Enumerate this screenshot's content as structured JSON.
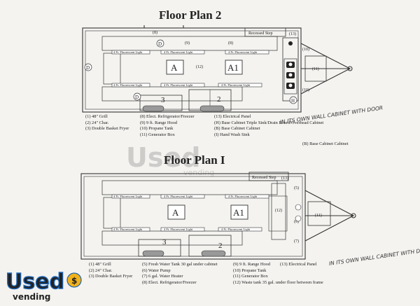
{
  "plan2": {
    "title": "Floor Plan 2",
    "recessed_step": "Recessed Step",
    "labels": {
      "A": "A",
      "A1": "A1",
      "n12": "(12)",
      "n13": "(13)",
      "n10a": "(10)",
      "n10b": "(10)",
      "n11": "(11)",
      "n9": "(9)",
      "n8a": "(8)",
      "n8b": "(8)",
      "n3": "3",
      "n2": "2",
      "sD": "D",
      "sD2": "D",
      "sD3": "D",
      "sH": "H"
    },
    "lights": {
      "top1": "4 Ft. Fluorescent Light",
      "top2": "4 Ft. Fluorescent Light",
      "top3": "4 Ft. Fluorescent Light",
      "bot1": "4 Ft. Fluorescent Light",
      "bot2": "4 Ft. Fluorescent Light",
      "bot3": "4 Ft. Fluorescent Light"
    },
    "legend": {
      "c1": [
        "(1) 48\" Grill",
        "(2) 24\" Char.",
        "",
        "(3) Double Basket Fryer"
      ],
      "c2": [
        "(8) Elect. Refrigerator/Freezer",
        "(9) 9 ft. Range Hood",
        "(10) Propane Tank",
        "(11) Generator Box"
      ],
      "c3": [
        "(13) Electrical Panel",
        "(H) Base Cabinet Triple Sink/Drain Board/Overhead Cabinet",
        "(B) Base Cabinet Cabinet",
        "(I) Hand Wash Sink"
      ],
      "c3b": "(B) Base Cabinet Cabinet"
    },
    "handwritten": "IN ITS OWN WALL CABINET WITH DOOR"
  },
  "plan1": {
    "title": "Floor Plan I",
    "recessed_step": "Recessed Step",
    "labels": {
      "A": "A",
      "A1": "A1",
      "n12": "(12)",
      "n13": "(13)",
      "n5": "(5)",
      "n6": "(6)",
      "n7": "(7)",
      "n11": "(11)",
      "n3": "3",
      "n2": "2"
    },
    "lights": {
      "top1": "4 Ft. Fluorescent Light",
      "top2": "4 Ft. Fluorescent Light",
      "top3": "4 Ft. Fluorescent Light",
      "bot1": "4 Ft. Fluorescent Light",
      "bot2": "4 Ft. Fluorescent Light",
      "bot3": "4 Ft. Fluorescent Light"
    },
    "legend": {
      "c1": [
        "(1) 48\" Grill",
        "(2) 24\" Char.",
        "",
        "(3) Double Basket Fryer"
      ],
      "c2": [
        "(5) Fresh Water Tank 30 gal under cabinet",
        "(6) Water Pump",
        "(7) 6 gal. Water Heater",
        "(8) Elect. Refrigerator/Freezer"
      ],
      "c3": [
        "(9) 9 ft. Range Hood",
        "(10) Propane Tank",
        "(11) Generator Box",
        "(12) Waste tank 35 gal. under floor between frame"
      ],
      "c4": "(13) Electrical Panel"
    },
    "handwritten": "IN ITS OWN WALL CABINET WITH DOOR"
  },
  "watermark": {
    "brand": "Used",
    "sub": "vending"
  },
  "logo": {
    "word": "Used",
    "sub": "vending",
    "color": "#f2b21b",
    "blue": "#1b64b5"
  }
}
